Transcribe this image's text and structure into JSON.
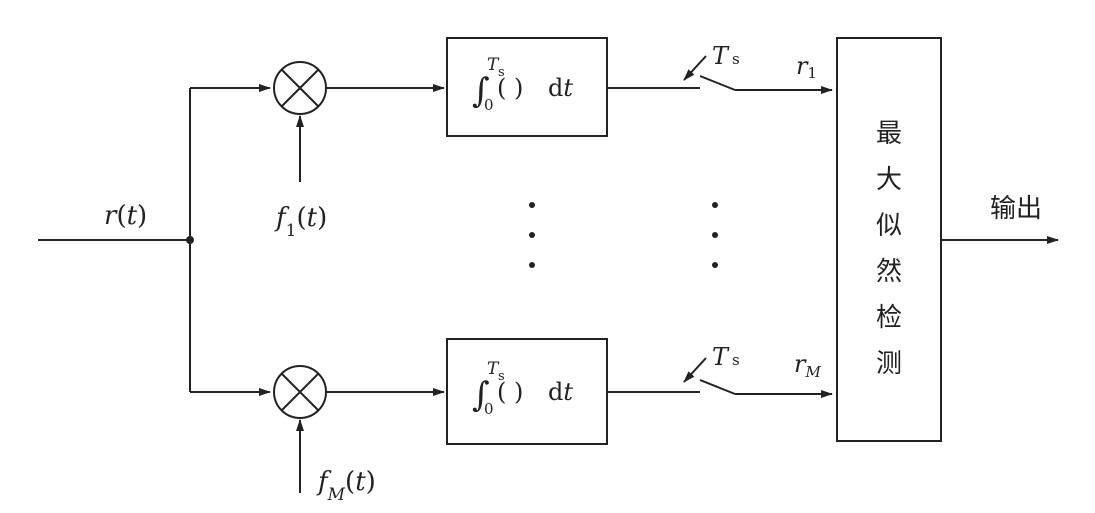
{
  "input": {
    "signal": {
      "base": "r",
      "open": "(",
      "var": "t",
      "close": ")"
    }
  },
  "branch_top": {
    "ref": {
      "base": "f",
      "sub": "1",
      "open": "(",
      "var": "t",
      "close": ")"
    },
    "integrator": {
      "symbol": "∫",
      "upper": "T",
      "upper_sub": "s",
      "lower": "0",
      "body": "( )",
      "d": "d",
      "dvar": "t"
    },
    "sampler": {
      "base": "T",
      "sub": "s"
    },
    "output": {
      "base": "r",
      "sub": "1"
    }
  },
  "branch_bottom": {
    "ref": {
      "base": "f",
      "sub": "M",
      "open": "(",
      "var": "t",
      "close": ")"
    },
    "integrator": {
      "symbol": "∫",
      "upper": "T",
      "upper_sub": "s",
      "lower": "0",
      "body": "( )",
      "d": "d",
      "dvar": "t"
    },
    "sampler": {
      "base": "T",
      "sub": "s"
    },
    "output": {
      "base": "r",
      "sub": "M"
    }
  },
  "detector": {
    "chars": [
      "最",
      "大",
      "似",
      "然",
      "检",
      "测"
    ]
  },
  "output_label": "输出",
  "colors": {
    "ink": "#222222",
    "background": "#ffffff"
  }
}
